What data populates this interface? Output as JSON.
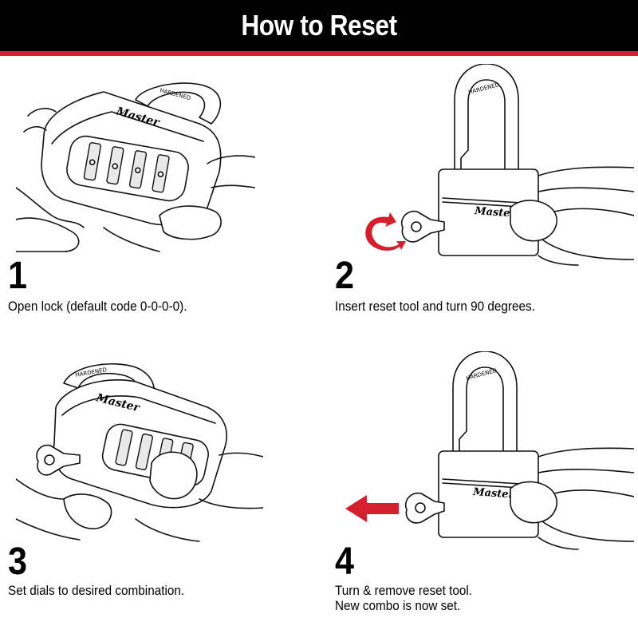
{
  "header": {
    "title": "How to Reset",
    "accent_color": "#d4202e"
  },
  "brand": {
    "lock_logo": "Master",
    "shackle_text": "HARDENED"
  },
  "steps": [
    {
      "number": "1",
      "text": "Open lock (default code 0-0-0-0).",
      "text2": ""
    },
    {
      "number": "2",
      "text": "Insert reset tool and turn 90 degrees.",
      "text2": ""
    },
    {
      "number": "3",
      "text": "Set dials to desired combination.",
      "text2": ""
    },
    {
      "number": "4",
      "text": "Turn & remove reset tool.",
      "text2": "New combo is now set."
    }
  ],
  "icons": {
    "step2_arrow": "rotate-arrow-icon",
    "step4_arrow": "left-arrow-icon"
  }
}
